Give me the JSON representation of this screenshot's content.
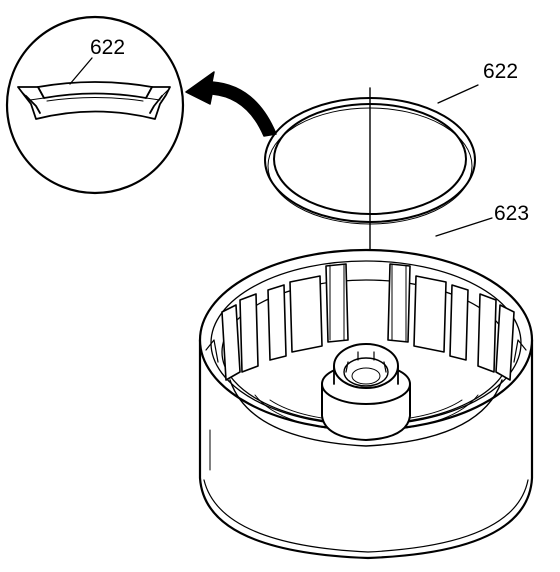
{
  "callouts": {
    "detail": "622",
    "seal": "622",
    "housing": "623"
  }
}
